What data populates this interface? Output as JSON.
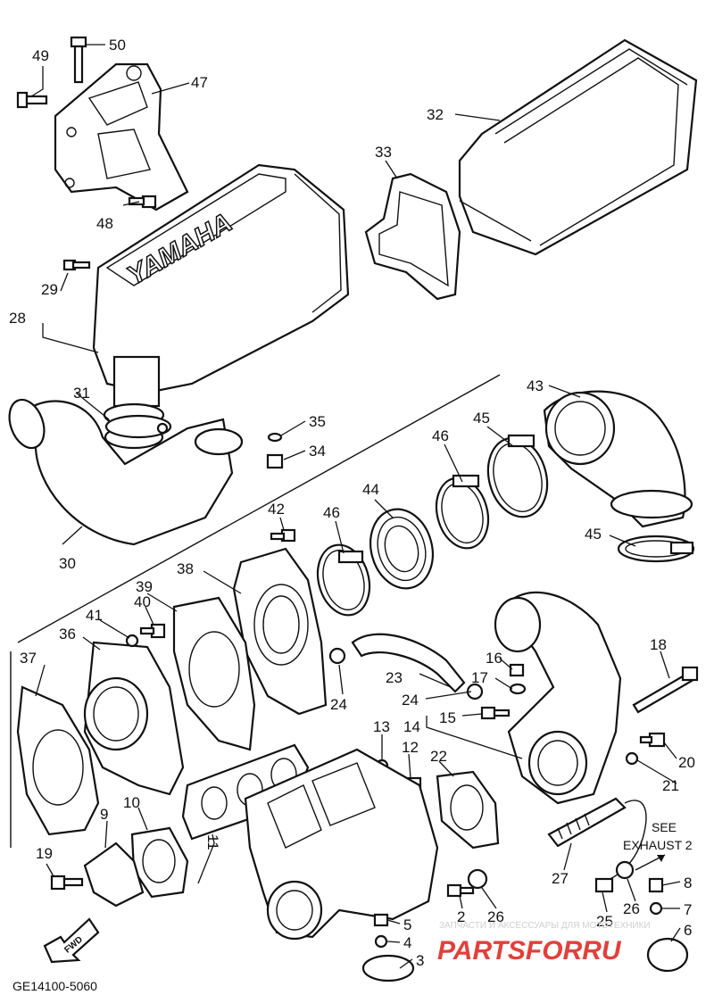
{
  "diagram_code": "GE14100-5060",
  "see_note": {
    "line1": "SEE",
    "line2": "EXHAUST 2"
  },
  "fwd_label": "FWD",
  "brand_text": "YAMAHA",
  "watermark": {
    "caption": "ЗАПЧАСТИ И АКСЕССУАРЫ ДЛЯ МОТОТЕХНИКИ",
    "brand": "PARTSFORRU"
  },
  "colors": {
    "line": "#111111",
    "brand": "#e2403a",
    "watermark": "#cfcfcf"
  },
  "callouts": [
    "50",
    "49",
    "47",
    "48",
    "32",
    "33",
    "29",
    "28",
    "31",
    "30",
    "35",
    "34",
    "43",
    "45",
    "46",
    "44",
    "42",
    "46",
    "38",
    "39",
    "40",
    "41",
    "36",
    "37",
    "45",
    "18",
    "16",
    "17",
    "23",
    "24",
    "24",
    "15",
    "14",
    "13",
    "12",
    "22",
    "20",
    "21",
    "9",
    "10",
    "11",
    "19",
    "27",
    "26",
    "8",
    "7",
    "6",
    "2",
    "26",
    "5",
    "4",
    "3",
    "25"
  ]
}
